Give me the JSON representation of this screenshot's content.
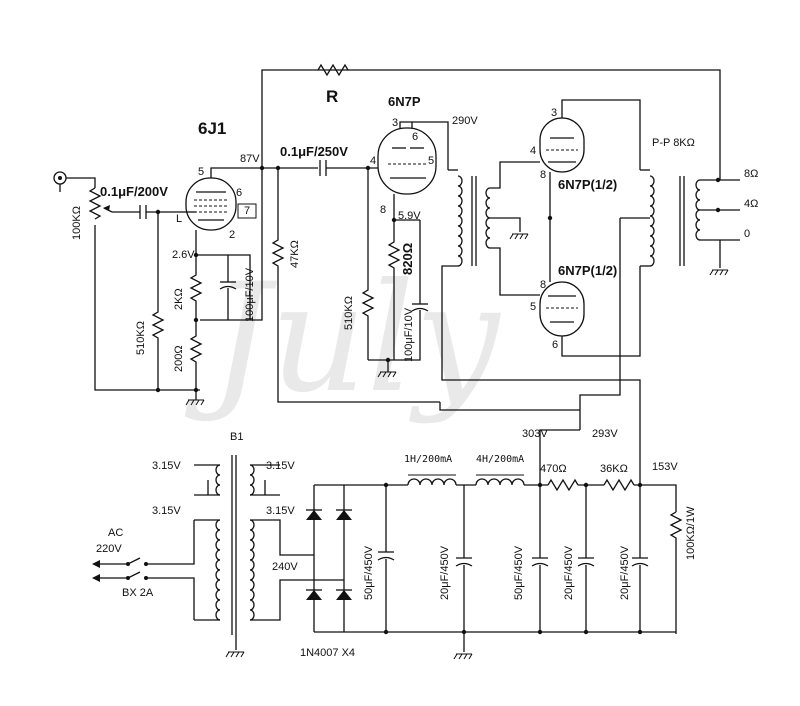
{
  "watermark": "July",
  "tubes": {
    "input": "6J1",
    "driver": "6N7P",
    "output_top": "6N7P(1/2)",
    "output_bottom": "6N7P(1/2)"
  },
  "feedback_resistor": "R",
  "transformer_b1": "B1",
  "output_transformer": "P-P 8KΩ",
  "taps": {
    "t8": "8Ω",
    "t4": "4Ω",
    "t0": "0"
  },
  "voltages": {
    "v87": "87V",
    "v26": "2.6V",
    "v290": "290V",
    "v59": "5.9V",
    "v303": "303V",
    "v293": "293V",
    "v153": "153V"
  },
  "components": {
    "vol": "100KΩ",
    "c_in": "0.1μF/200V",
    "c_couple": "0.1μF/250V",
    "r510a": "510KΩ",
    "r2k": "2KΩ",
    "r200": "200Ω",
    "c_k1": "100μF/10V",
    "r47k": "47KΩ",
    "r510b": "510KΩ",
    "r820": "820Ω",
    "c_k2": "100μF/10V",
    "l1": "1H/200mA",
    "l2": "4H/200mA",
    "r470": "470Ω",
    "r36k": "36KΩ",
    "c1": "50μF/450V",
    "c2": "20μF/450V",
    "c3": "50μF/450V",
    "c4": "20μF/450V",
    "c5": "20μF/450V",
    "r_bleed": "100KΩ/1W",
    "diodes": "1N4007 X4"
  },
  "power": {
    "w1": "3.15V",
    "w2": "3.15V",
    "w3": "3.15V",
    "w4": "3.15V",
    "hv": "240V",
    "ac": "AC",
    "mains": "220V",
    "fuse": "BX 2A"
  },
  "pins": {
    "p5": "5",
    "p6": "6",
    "p7": "7",
    "pL": "L",
    "p2": "2",
    "d3": "3",
    "d6": "6",
    "d4": "4",
    "d5": "5",
    "d8": "8",
    "o3": "3",
    "o4": "4",
    "o8a": "8",
    "o8b": "8",
    "o5": "5",
    "o6": "6"
  }
}
